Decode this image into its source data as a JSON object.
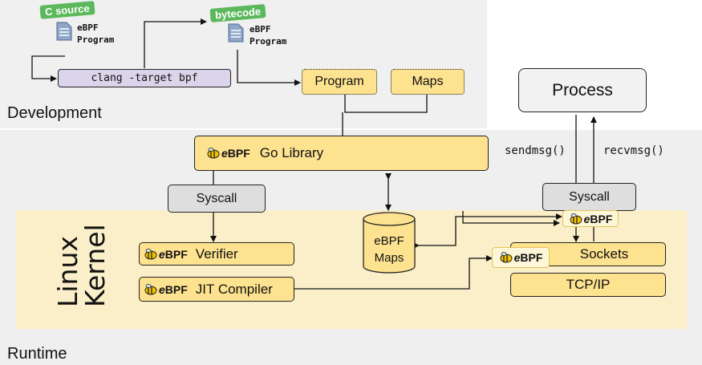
{
  "regions": {
    "development": "Development",
    "runtime": "Runtime",
    "kernel": "Linux\nKernel"
  },
  "development": {
    "source_tag": "C source",
    "source_file": "eBPF\nProgram",
    "bytecode_tag": "bytecode",
    "bytecode_file": "eBPF\nProgram",
    "compiler": "clang -target bpf",
    "program": "Program",
    "maps": "Maps"
  },
  "runtime": {
    "go_library": "Go Library",
    "syscall_left": "Syscall",
    "syscall_right": "Syscall",
    "process": "Process",
    "sendmsg": "sendmsg()",
    "recvmsg": "recvmsg()",
    "maps_store": "eBPF\nMaps"
  },
  "kernel": {
    "verifier": "Verifier",
    "jit": "JIT Compiler",
    "sockets": "Sockets",
    "tcpip": "TCP/IP"
  },
  "logo": {
    "prefix": "e",
    "suffix": "BPF",
    "icon": "bee-icon"
  },
  "colors": {
    "yellow_box": "#fde28f",
    "gray_box": "#dedede",
    "kernel_bg": "#fbefc9",
    "tag_green": "#5cb85c",
    "clang_purple": "#dcd4ea"
  }
}
